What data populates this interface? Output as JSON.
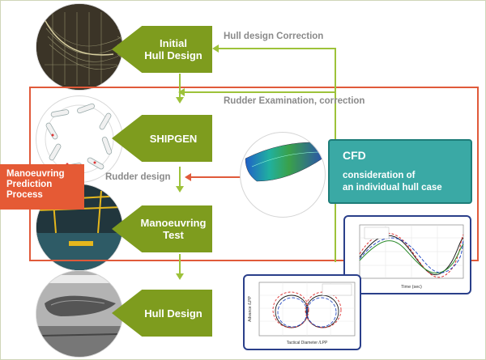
{
  "steps": {
    "initial": "Initial\nHull Design",
    "shipgen": "SHIPGEN",
    "test": "Manoeuvring\nTest",
    "final": "Hull Design"
  },
  "labels": {
    "hull_correction": "Hull design Correction",
    "rudder_exam": "Rudder Examination,  correction",
    "rudder_design": "Rudder design"
  },
  "process_box": "Manoeuvring\nPrediction\nProcess",
  "cfd": {
    "title": "CFD",
    "desc": "consideration of\nan individual hull case"
  },
  "plot_right": {
    "xlabel": "Time (sec)"
  },
  "plot_left": {
    "xlabel": "Tactical Diameter /LPP",
    "ylabel": "Advance /LPP"
  },
  "colors": {
    "step": "#7e9c1e",
    "arrow": "#9dc23a",
    "red": "#e05a3a",
    "cfd": "#3aa9a5"
  }
}
